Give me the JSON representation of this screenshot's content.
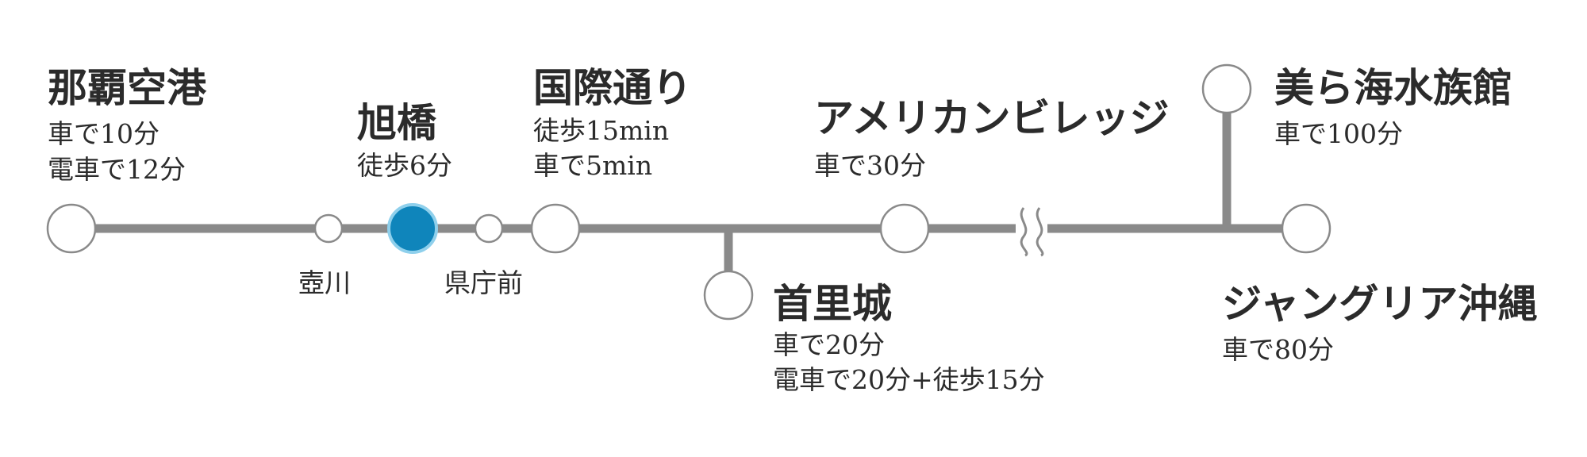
{
  "colors": {
    "line": "#8a8a8a",
    "node_fill": "#ffffff",
    "current_station": "#0f85bb",
    "current_ring": "#8fd0ec",
    "text": "#2b2b2b"
  },
  "stations": {
    "naha_airport": {
      "name": "那覇空港",
      "details": [
        "車で10分",
        "電車で12分"
      ]
    },
    "tsubogawa": {
      "name": "壺川"
    },
    "asahibashi": {
      "name": "旭橋",
      "details": [
        "徒歩6分"
      ],
      "current": true
    },
    "kenchomae": {
      "name": "県庁前"
    },
    "kokusai_dori": {
      "name": "国際通り",
      "details": [
        "徒歩15min",
        "車で5min"
      ]
    },
    "shurijo": {
      "name": "首里城",
      "details": [
        "車で20分",
        "電車で20分+徒歩15分"
      ]
    },
    "american_village": {
      "name": "アメリカンビレッジ",
      "details": [
        "車で30分"
      ]
    },
    "churaumi": {
      "name": "美ら海水族館",
      "details": [
        "車で100分"
      ]
    },
    "junglia": {
      "name": "ジャングリア沖縄",
      "details": [
        "車で80分"
      ]
    }
  },
  "icons": {
    "line_break": "double-squiggle-break-icon"
  }
}
